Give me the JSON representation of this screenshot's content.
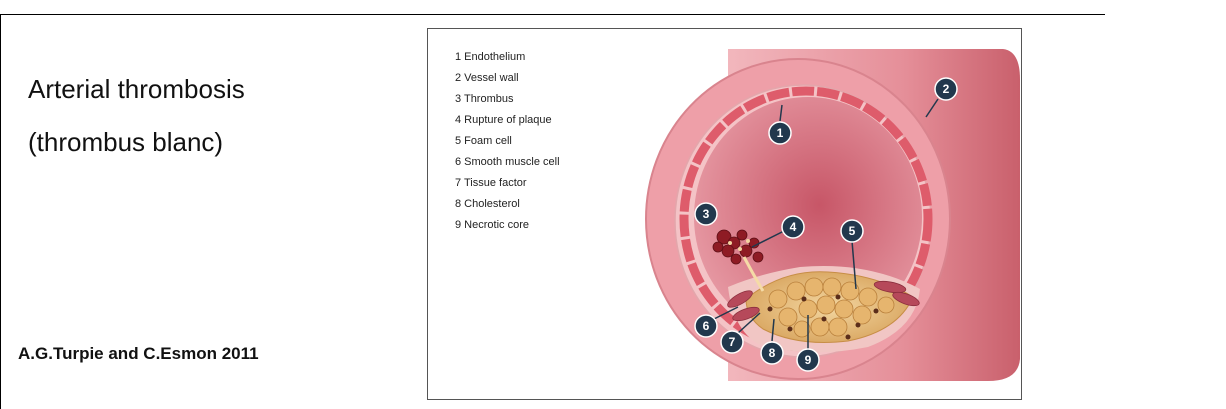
{
  "slide": {
    "title": "Arterial thrombosis",
    "subtitle": "(thrombus blanc)",
    "citation": "A.G.Turpie and C.Esmon 2011"
  },
  "figure": {
    "legend": [
      "1 Endothelium",
      "2 Vessel wall",
      "3 Thrombus",
      "4 Rupture of plaque",
      "5 Foam cell",
      "6 Smooth muscle cell",
      "7 Tissue factor",
      "8 Cholesterol",
      "9 Necrotic core"
    ],
    "callouts": [
      "1",
      "2",
      "3",
      "4",
      "5",
      "6",
      "7",
      "8",
      "9"
    ],
    "colors": {
      "vessel_wall": "#e99aa2",
      "vessel_inner": "#d9717d",
      "endothelium": "#e05566",
      "plaque": "#e8c27a",
      "thrombus": "#8e1b24",
      "callout": "#22384d"
    }
  }
}
